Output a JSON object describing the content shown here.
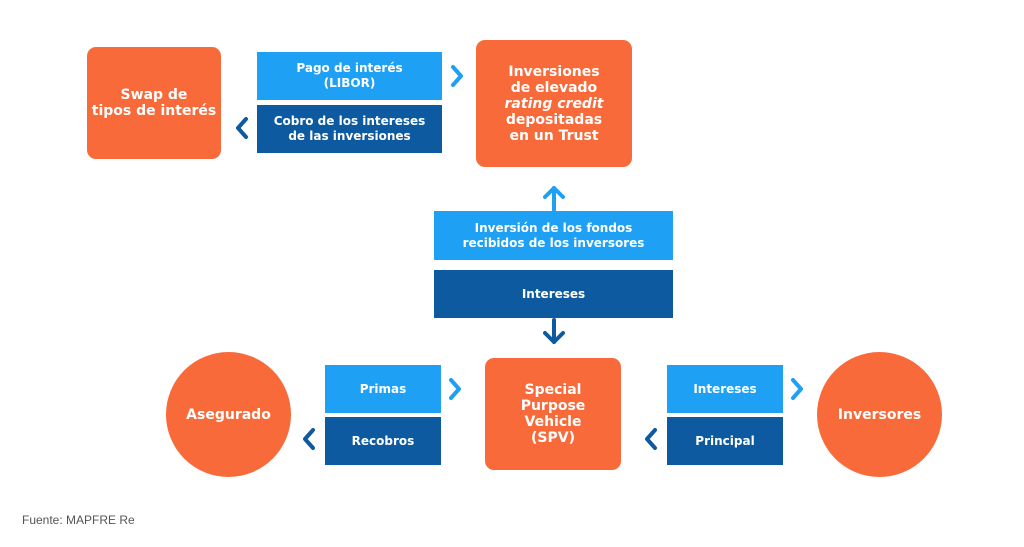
{
  "nodes": {
    "swap": [
      "Swap de",
      "tipos de interés"
    ],
    "trust": [
      "Inversiones",
      "de elevado",
      "rating credit",
      "depositadas",
      "en un Trust"
    ],
    "spv": [
      "Special",
      "Purpose",
      "Vehicle",
      "(SPV)"
    ],
    "asegurado": "Asegurado",
    "inversores": "Inversores"
  },
  "flows": {
    "pago_interes": [
      "Pago de interés",
      "(LIBOR)"
    ],
    "cobro_intereses": [
      "Cobro de los intereses",
      "de las inversiones"
    ],
    "inversion_fondos": [
      "Inversión de los fondos",
      "recibidos de los inversores"
    ],
    "intereses_center": "Intereses",
    "primas": "Primas",
    "recobros": "Recobros",
    "intereses_right": "Intereses",
    "principal": "Principal"
  },
  "colors": {
    "node": "#f96a3a",
    "flow_light": "#1ea0f4",
    "flow_dark": "#0e5aa0"
  },
  "footer": "Fuente: MAPFRE Re"
}
